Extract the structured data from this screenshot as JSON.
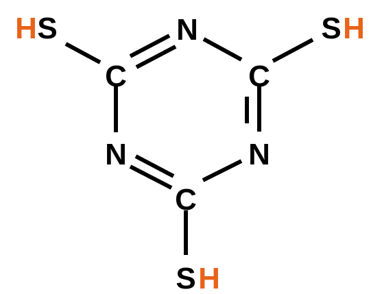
{
  "colors": {
    "bond": "#000000",
    "atom": "#000000",
    "hydrogen": "#e8631a"
  },
  "atoms": {
    "c_left": "C",
    "c_right": "C",
    "c_bottom": "C",
    "n_top": "N",
    "n_left": "N",
    "n_right": "N",
    "sh_left_h": "H",
    "sh_left_s": "S",
    "sh_right_s": "S",
    "sh_right_h": "H",
    "sh_bottom_s": "S",
    "sh_bottom_h": "H"
  }
}
